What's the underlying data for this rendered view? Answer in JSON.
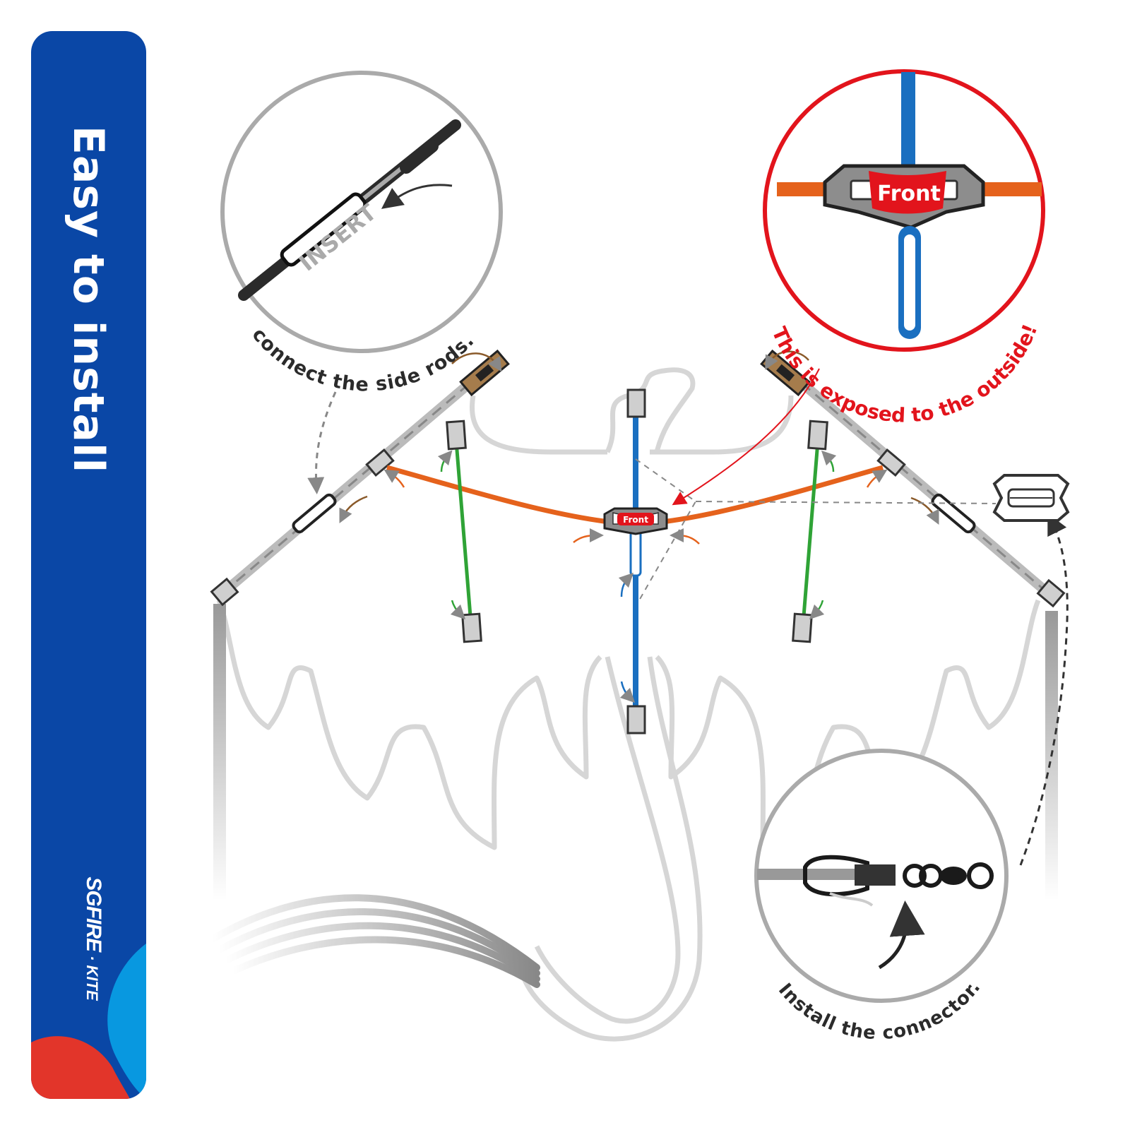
{
  "banner": {
    "title": "Easy to install",
    "brand_name": "SGFIRE",
    "brand_suffix": "· KITE",
    "color": "#0a47a6",
    "accent_light": "#0898e0",
    "accent_red": "#e2352a"
  },
  "callouts": {
    "insert_label": "INSERT",
    "side_rods_caption": "connect the side rods.",
    "front_label": "Front",
    "outside_caption": "This is exposed to the outside!",
    "connector_caption": "Install the connector."
  },
  "colors": {
    "spine_rod": "#1a6fc0",
    "cross_rod": "#e5621c",
    "standoff_rod": "#2fa336",
    "warning_red": "#e2141c",
    "side_rod": "#b8b8b8",
    "outline": "#cccccc"
  },
  "icons": [
    "curved-arrow-icon",
    "swivel-clip-icon",
    "center-connector-icon"
  ]
}
